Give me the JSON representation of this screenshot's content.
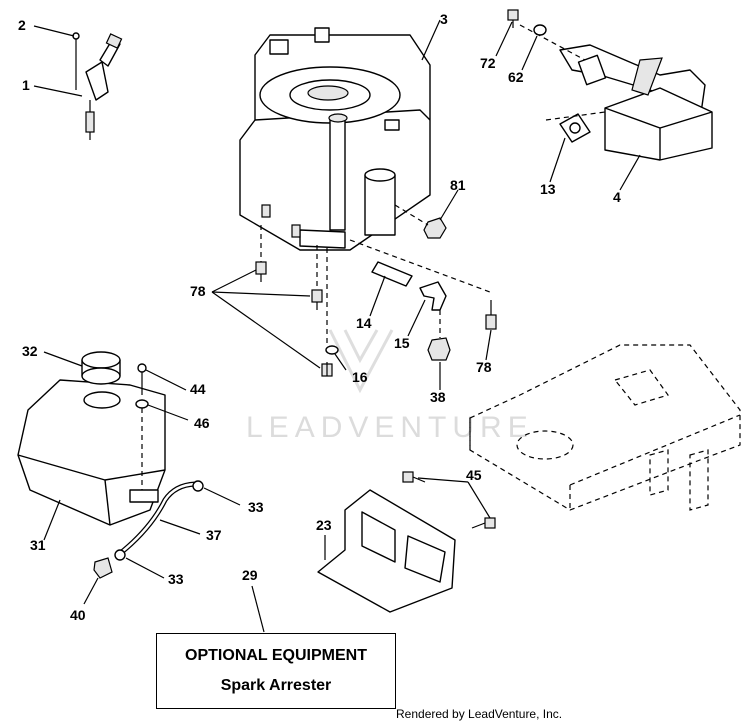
{
  "watermark": {
    "text": "LEADVENTURE"
  },
  "optional_box": {
    "title": "OPTIONAL EQUIPMENT",
    "item": "Spark Arrester"
  },
  "footer": {
    "credit": "Rendered by LeadVenture, Inc."
  },
  "callouts": {
    "c1": "1",
    "c2": "2",
    "c3": "3",
    "c4": "4",
    "c13": "13",
    "c14": "14",
    "c15": "15",
    "c16": "16",
    "c23": "23",
    "c29": "29",
    "c31": "31",
    "c32": "32",
    "c33a": "33",
    "c33b": "33",
    "c37": "37",
    "c38": "38",
    "c40": "40",
    "c44": "44",
    "c45": "45",
    "c46": "46",
    "c62": "62",
    "c72": "72",
    "c78a": "78",
    "c78b": "78",
    "c81": "81"
  }
}
